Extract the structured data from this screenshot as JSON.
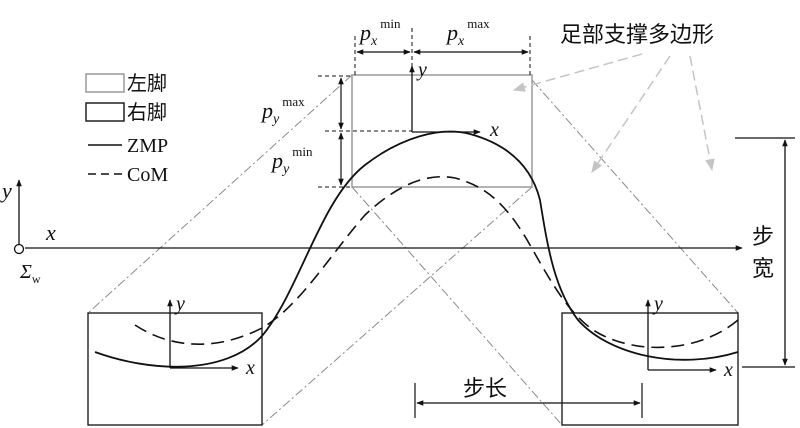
{
  "legend": {
    "left_foot": "左脚",
    "right_foot": "右脚",
    "zmp": "ZMP",
    "com": "CoM"
  },
  "world": {
    "x_label": "x",
    "y_label": "y",
    "sigma": "Σ",
    "sigma_sub": "w"
  },
  "foot_axes": {
    "x_label": "x",
    "y_label": "y"
  },
  "dims": {
    "px_min": {
      "base": "p",
      "sub": "x",
      "sup": "min"
    },
    "px_max": {
      "base": "p",
      "sub": "x",
      "sup": "max"
    },
    "py_max": {
      "base": "p",
      "sub": "y",
      "sup": "max"
    },
    "py_min": {
      "base": "p",
      "sub": "y",
      "sup": "min"
    }
  },
  "support_polygon_label": "足部支撑多边形",
  "step_width": {
    "char1": "步",
    "char2": "宽"
  },
  "step_length": "步长",
  "colors": {
    "ink": "#111111",
    "left_foot_box": "#9a9a9a",
    "callout_arrow": "#c4c4c4",
    "projection_line": "#8a8a8a"
  }
}
